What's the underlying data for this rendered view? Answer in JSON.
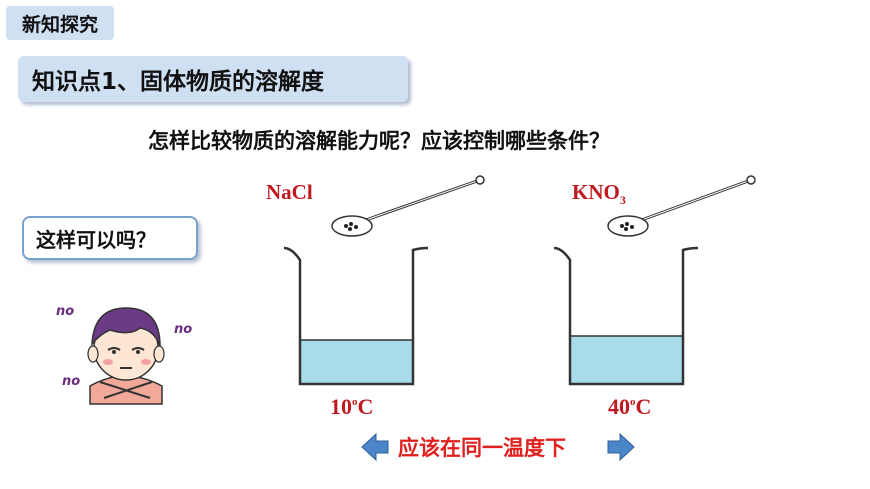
{
  "header": {
    "tag": "新知探究",
    "title": "知识点1、固体物质的溶解度"
  },
  "question": "怎样比较物质的溶解能力呢？应该控制哪些条件？",
  "ask": "这样可以吗？",
  "no_labels": [
    "no",
    "no",
    "no"
  ],
  "beaker_left": {
    "substance": "NaCl",
    "temp_num": "10",
    "temp_unit": "C",
    "temp_deg": "o"
  },
  "beaker_right": {
    "substance_main": "KNO",
    "substance_sub": "3",
    "temp_num": "40",
    "temp_unit": "C",
    "temp_deg": "o"
  },
  "conclusion": "应该在同一温度下",
  "colors": {
    "accent_red": "#c0191f",
    "panel_blue": "#cfe0f3",
    "water": "#a9dcea",
    "arrow_blue": "#4a86c8"
  }
}
